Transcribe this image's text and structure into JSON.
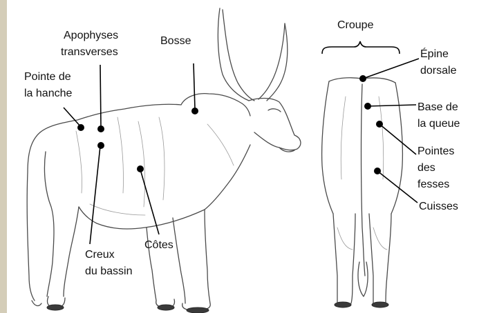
{
  "colors": {
    "frame_bar": "#d4cdb8",
    "ink": "#000000",
    "sketch": "#4a4a4a"
  },
  "labels": {
    "bosse": "Bosse",
    "apophyses_1": "Apophyses",
    "apophyses_2": "transverses",
    "pointe_hanche_1": "Pointe de",
    "pointe_hanche_2": "la hanche",
    "creux_1": "Creux",
    "creux_2": "du bassin",
    "cotes": "Côtes",
    "croupe": "Croupe",
    "epine_1": "Épine",
    "epine_2": "dorsale",
    "base_queue_1": "Base de",
    "base_queue_2": "la queue",
    "pointes_fesses_1": "Pointes",
    "pointes_fesses_2": "des",
    "pointes_fesses_3": "fesses",
    "cuisses": "Cuisses"
  }
}
